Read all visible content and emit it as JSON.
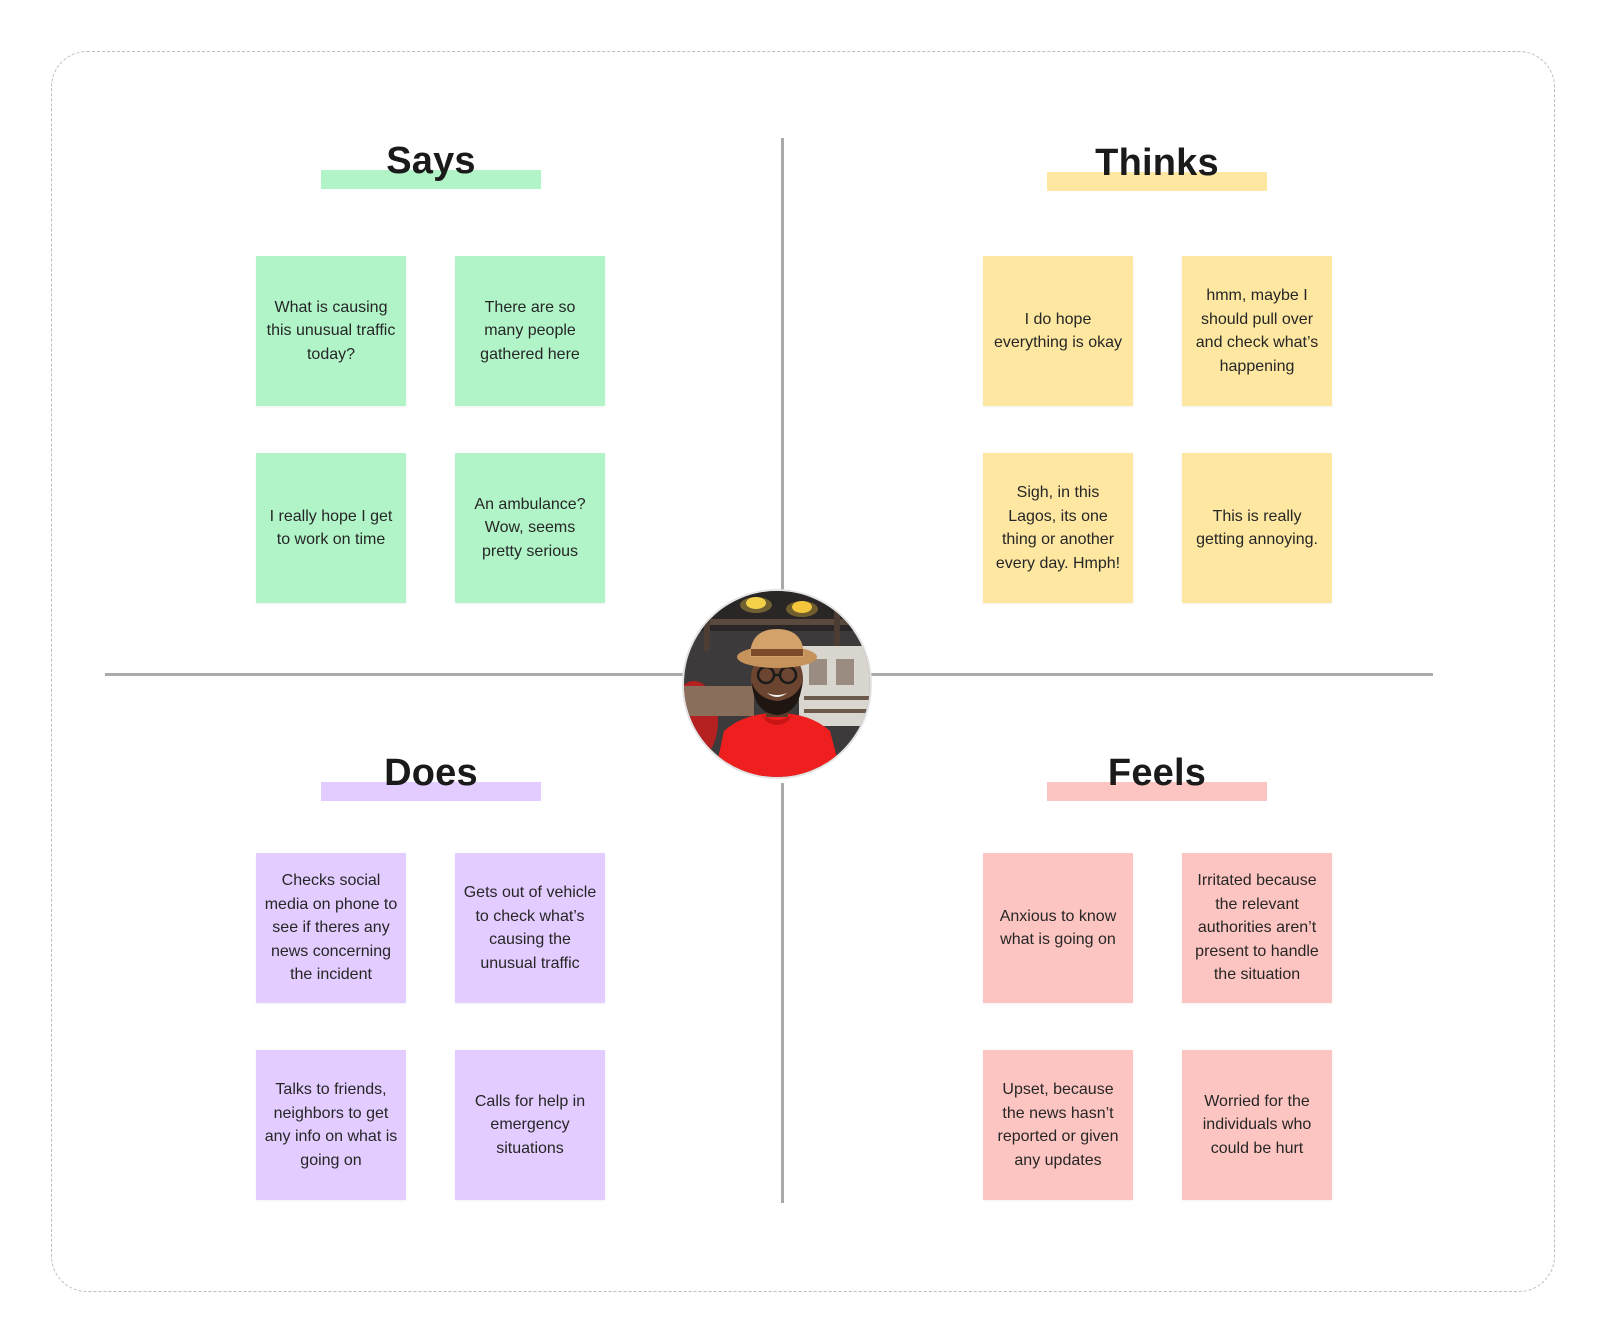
{
  "colors": {
    "says": "#b0f4c8",
    "thinks": "#fde7a1",
    "does": "#e3ccff",
    "feels": "#fdc5c1"
  },
  "quadrants": {
    "says": {
      "title": "Says",
      "notes": [
        "What is causing this unusual traffic today?",
        "There are so many people gathered here",
        "I really hope I get to work on time",
        "An ambulance? Wow, seems pretty serious"
      ]
    },
    "thinks": {
      "title": "Thinks",
      "notes": [
        "I do hope everything is okay",
        "hmm, maybe I should pull over and check what’s happening",
        "Sigh, in this Lagos, its one thing or another every day. Hmph!",
        "This is really getting annoying."
      ]
    },
    "does": {
      "title": "Does",
      "notes": [
        "Checks social media on phone to see if theres any news concerning the incident",
        "Gets out of vehicle to check what’s causing the unusual traffic",
        "Talks to friends, neighbors to get any info on what is going on",
        "Calls for help in emergency situations"
      ]
    },
    "feels": {
      "title": "Feels",
      "notes": [
        "Anxious to know what is going on",
        "Irritated because the relevant authorities aren’t present to handle the situation",
        "Upset, because the news hasn’t reported or given any updates",
        "Worried for the individuals who could be hurt"
      ]
    }
  }
}
